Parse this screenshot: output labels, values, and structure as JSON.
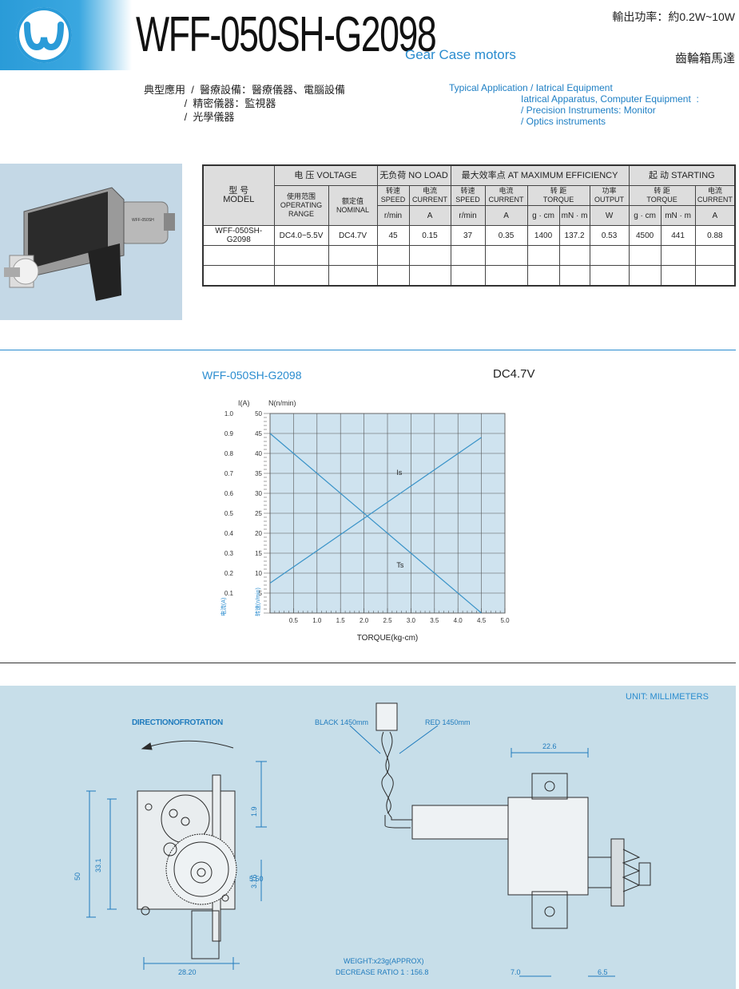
{
  "header": {
    "model": "WFF-050SH-G2098",
    "product_type_en": "Gear Case motors",
    "power": "輸出功率：約0.2W~10W",
    "product_type_cn": "齒輪箱馬達"
  },
  "applications": {
    "cn": "典型應用  /  醫療設備：醫療儀器、電腦設備\n              /  精密儀器：監視器\n              /  光學儀器",
    "en": "Typical Application / Iatrical Equipment\n                           Iatrical Apparatus, Computer Equipment  :\n                           / Precision Instruments: Monitor\n                           / Optics instruments"
  },
  "spec_table": {
    "model_header": "型  号\nMODEL",
    "voltage_group": "电 压 VOLTAGE",
    "no_load_group": "无负荷 NO LOAD",
    "max_eff_group": "最大效率点 AT MAXIMUM EFFICIENCY",
    "starting_group": "起  动 STARTING",
    "operating_range": "使用范围\nOPERATING\nRANGE",
    "nominal": "额定值\nNOMINAL",
    "speed": "转速\nSPEED",
    "current": "电流\nCURRENT",
    "torque": "转  距\nTORQUE",
    "output": "功率\nOUTPUT",
    "unit_rmin": "r/min",
    "unit_a": "A",
    "unit_gcm": "g · cm",
    "unit_mnm": "mN · m",
    "unit_w": "W",
    "row": [
      "WFF-050SH-G2098",
      "DC4.0~5.5V",
      "DC4.7V",
      "45",
      "0.15",
      "37",
      "0.35",
      "1400",
      "137.2",
      "0.53",
      "4500",
      "441",
      "0.88"
    ]
  },
  "chart_data": {
    "type": "line",
    "title": "WFF-050SH-G2098",
    "voltage": "DC4.7V",
    "xlabel": "TORQUE(kg-cm)",
    "y_left_label": "I(A)",
    "y_right_label": "N(n/min)",
    "xlim": [
      0,
      5.0
    ],
    "x_ticks": [
      "0.5",
      "1.0",
      "1.5",
      "2.0",
      "2.5",
      "3.0",
      "3.5",
      "4.0",
      "4.5",
      "5.0"
    ],
    "current_ticks": [
      "1.0",
      "0.9",
      "0.8",
      "0.7",
      "0.6",
      "0.5",
      "0.4",
      "0.3",
      "0.2",
      "0.1"
    ],
    "speed_ticks": [
      "50",
      "45",
      "40",
      "35",
      "30",
      "25",
      "20",
      "15",
      "10",
      "5"
    ],
    "left_bottom_label": "电流(A)",
    "right_bottom_label": "转速(n/min)",
    "series": [
      {
        "name": "Is",
        "x": [
          0,
          4.5
        ],
        "y_current": [
          0.15,
          0.88
        ]
      },
      {
        "name": "Ts",
        "x": [
          0,
          4.5
        ],
        "y_speed": [
          45,
          0
        ]
      }
    ],
    "grid": true
  },
  "drawing": {
    "unit": "UNIT: MILLIMETERS",
    "direction": "DIRECTIONOFROTATION",
    "black_wire": "BLACK 1450mm",
    "red_wire": "RED 1450mm",
    "weight": "WEIGHT:x23g(APPROX)",
    "ratio": "DECREASE RATIO 1 : 156.8",
    "dims": {
      "d_50": "50",
      "d_331": "33.1",
      "d_19": "1.9",
      "d_316": "3.16",
      "d_550": "5.50",
      "d_2820": "28.20",
      "d_226": "22.6",
      "d_70": "7.0",
      "d_65": "6.5"
    }
  },
  "colors": {
    "accent": "#2a8ccf",
    "chart_bg": "#cfe3ef",
    "drawing_bg": "#c7dee9"
  }
}
